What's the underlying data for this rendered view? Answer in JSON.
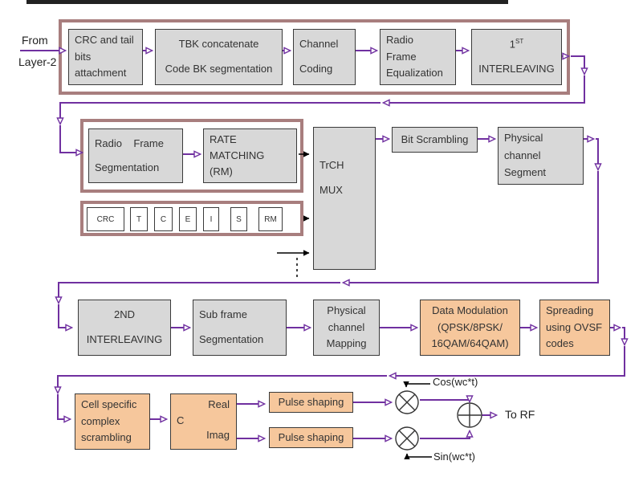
{
  "labels": {
    "from_top": "From",
    "from_bottom": "Layer-2",
    "cos": "Cos(wc*t)",
    "sin": "Sin(wc*t)",
    "to_rf": "To RF"
  },
  "colors": {
    "box_gray": "#d8d8d8",
    "box_orange": "#f6c79c",
    "arrow_purple": "#7030a0",
    "container_border": "#a87e7e",
    "connector_black": "#000000"
  },
  "row1": {
    "crc_attach": {
      "lines": [
        "CRC and tail",
        "bits",
        "attachment"
      ]
    },
    "tbk": {
      "lines": [
        "TBK concatenate",
        "Code BK segmentation"
      ]
    },
    "channel_coding": {
      "lines": [
        "Channel",
        "Coding"
      ]
    },
    "radio_frame_eq": {
      "lines": [
        "Radio",
        "Frame",
        "Equalization"
      ]
    },
    "interleaving1": {
      "num": "1",
      "sup": "ST",
      "line2": "INTERLEAVING"
    }
  },
  "row2": {
    "radio_frame_seg": {
      "lines": [
        "Radio    Frame",
        "Segmentation"
      ]
    },
    "rate_matching": {
      "lines": [
        "RATE",
        "MATCHING",
        "(RM)"
      ]
    },
    "trch_mux": {
      "lines": [
        "TrCH",
        "MUX"
      ]
    },
    "bit_scrambling": {
      "lines": [
        "Bit Scrambling"
      ]
    },
    "phy_ch_segment": {
      "lines": [
        "Physical",
        "channel",
        "Segment"
      ]
    },
    "chain_strip": {
      "cells": [
        "CRC",
        "T",
        "C",
        "E",
        "I",
        "S",
        "RM"
      ]
    }
  },
  "row3": {
    "interleaving2": {
      "lines": [
        "2ND",
        "INTERLEAVING"
      ]
    },
    "subframe_seg": {
      "lines": [
        "Sub frame",
        "Segmentation"
      ]
    },
    "phy_ch_mapping": {
      "lines": [
        "Physical",
        "channel",
        "Mapping"
      ]
    },
    "data_modulation": {
      "lines": [
        "Data Modulation",
        "(QPSK/8PSK/",
        "16QAM/64QAM)"
      ]
    },
    "spreading": {
      "lines": [
        "Spreading",
        "using OVSF",
        "codes"
      ]
    }
  },
  "row4": {
    "cell_scrambling": {
      "lines": [
        "Cell specific",
        "complex",
        "scrambling"
      ]
    },
    "complex_combiner": {
      "c": "C",
      "real": "Real",
      "imag": "Imag"
    },
    "pulse_shaping_top": "Pulse shaping",
    "pulse_shaping_bottom": "Pulse shaping"
  }
}
